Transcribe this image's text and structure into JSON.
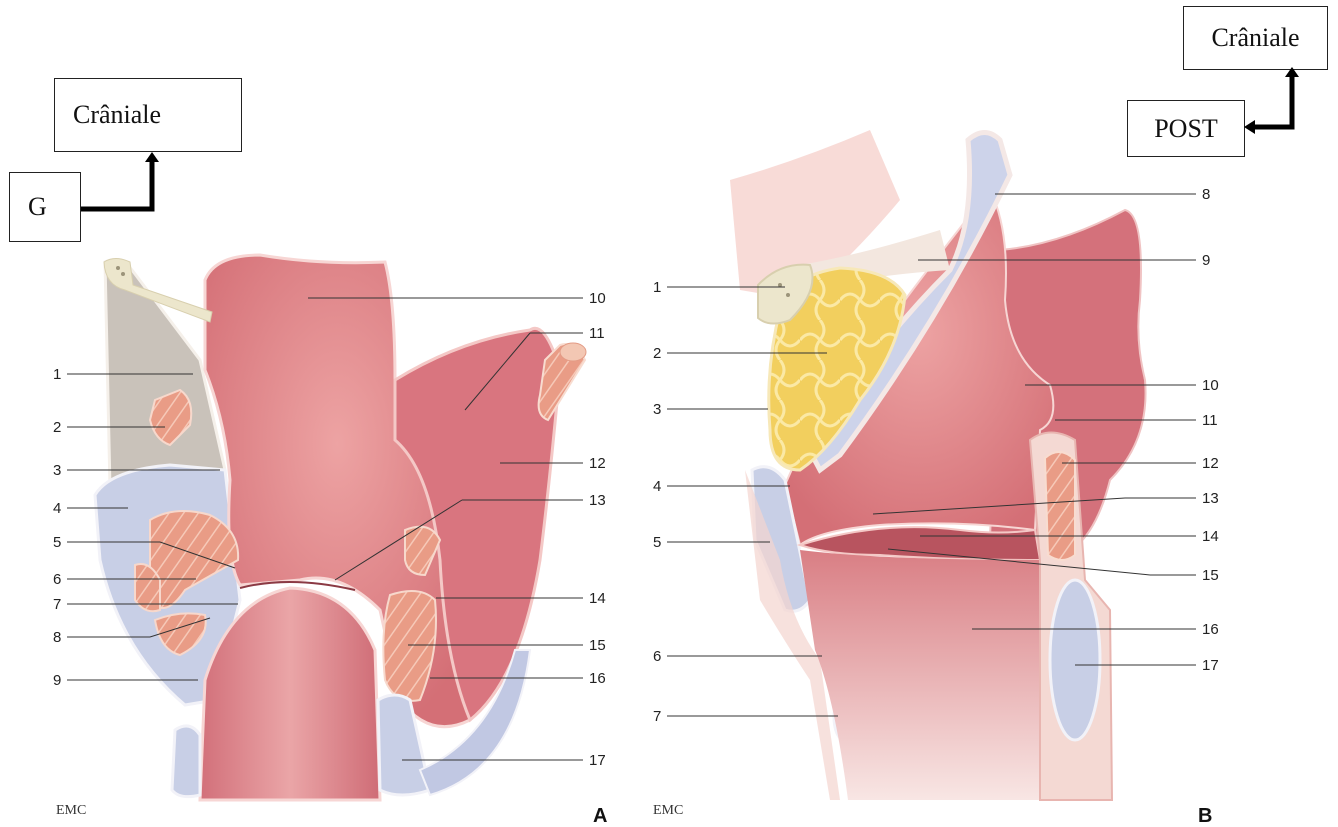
{
  "orientation_a": {
    "cranial_label": "Crâniale",
    "side_label": "G"
  },
  "orientation_b": {
    "cranial_label": "Crâniale",
    "side_label": "POST"
  },
  "panel_a": {
    "letter": "A",
    "logo": "EMC",
    "left_labels": [
      "1",
      "2",
      "3",
      "4",
      "5",
      "6",
      "7",
      "8",
      "9"
    ],
    "right_labels": [
      "10",
      "11",
      "12",
      "13",
      "14",
      "15",
      "16",
      "17"
    ]
  },
  "panel_b": {
    "letter": "B",
    "logo": "EMC",
    "left_labels": [
      "1",
      "2",
      "3",
      "4",
      "5",
      "6",
      "7"
    ],
    "right_labels": [
      "8",
      "9",
      "10",
      "11",
      "12",
      "13",
      "14",
      "15",
      "16",
      "17"
    ]
  },
  "colors": {
    "mucosa": "#e0868a",
    "mucosa_light": "#f0b3b0",
    "cartilage": "#cdd3e8",
    "muscle": "#e8a08a",
    "fat": "#f3d36a",
    "bone": "#e9e2c8",
    "space": "#bdb8b3"
  }
}
